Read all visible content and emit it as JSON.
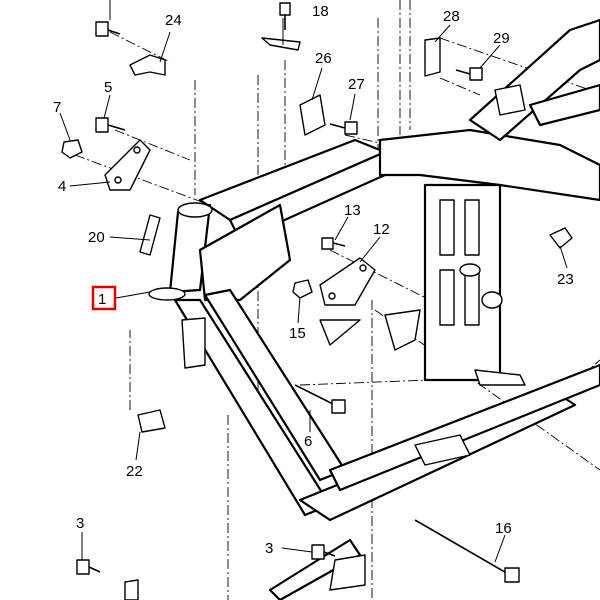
{
  "diagram": {
    "callouts": [
      {
        "id": "1",
        "label": "1",
        "highlighted": true
      },
      {
        "id": "3a",
        "label": "3"
      },
      {
        "id": "3b",
        "label": "3"
      },
      {
        "id": "4",
        "label": "4"
      },
      {
        "id": "5",
        "label": "5"
      },
      {
        "id": "6",
        "label": "6"
      },
      {
        "id": "7",
        "label": "7"
      },
      {
        "id": "12",
        "label": "12"
      },
      {
        "id": "13",
        "label": "13"
      },
      {
        "id": "15",
        "label": "15"
      },
      {
        "id": "16",
        "label": "16"
      },
      {
        "id": "18",
        "label": "18"
      },
      {
        "id": "20",
        "label": "20"
      },
      {
        "id": "22",
        "label": "22"
      },
      {
        "id": "23",
        "label": "23"
      },
      {
        "id": "24",
        "label": "24"
      },
      {
        "id": "26",
        "label": "26"
      },
      {
        "id": "27",
        "label": "27"
      },
      {
        "id": "28",
        "label": "28"
      },
      {
        "id": "29",
        "label": "29"
      }
    ],
    "highlight_color": "#e00000"
  }
}
